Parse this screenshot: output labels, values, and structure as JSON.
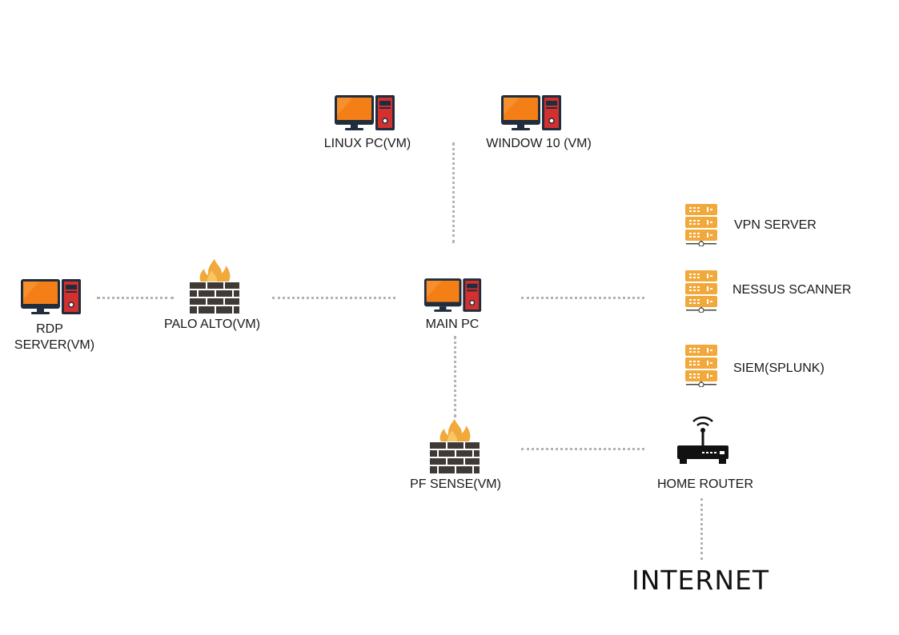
{
  "colors": {
    "pc_screen": "#f57f17",
    "pc_frame": "#1f2d3d",
    "tower": "#d3302f",
    "server": "#f2a93b",
    "firewall_brick": "#3f3a35",
    "flame": "#f2a93b",
    "connector": "#b3b3b3"
  },
  "nodes": {
    "linux_pc": {
      "label": "LINUX PC(VM)",
      "icon": "desktop-pc-icon"
    },
    "windows_pc": {
      "label": "WINDOW 10 (VM)",
      "icon": "desktop-pc-icon"
    },
    "rdp_server": {
      "label_line1": "RDP",
      "label_line2": "SERVER(VM)",
      "icon": "desktop-pc-icon"
    },
    "palo_alto": {
      "label": "PALO ALTO(VM)",
      "icon": "firewall-icon"
    },
    "main_pc": {
      "label": "MAIN PC",
      "icon": "desktop-pc-icon"
    },
    "vpn_server": {
      "label": "VPN SERVER",
      "icon": "server-icon"
    },
    "nessus": {
      "label": "NESSUS SCANNER",
      "icon": "server-icon"
    },
    "siem": {
      "label": "SIEM(SPLUNK)",
      "icon": "server-icon"
    },
    "pfsense": {
      "label": "PF SENSE(VM)",
      "icon": "firewall-icon"
    },
    "home_router": {
      "label": "HOME ROUTER",
      "icon": "wifi-router-icon"
    },
    "internet": {
      "label": "INTERNET"
    }
  }
}
